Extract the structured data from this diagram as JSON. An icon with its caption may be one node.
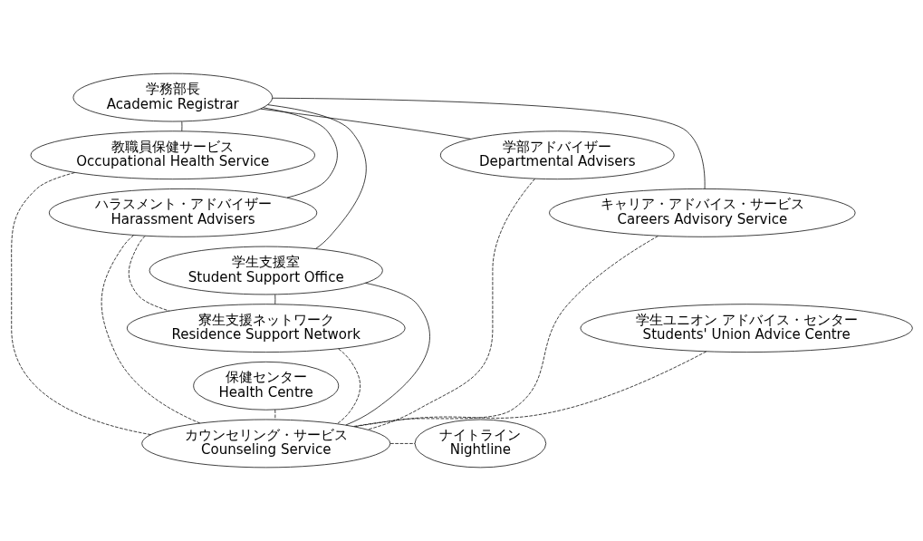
{
  "diagram": {
    "nodes": [
      {
        "text": [
          "学務部長",
          "Academic Registrar"
        ]
      },
      {
        "text": [
          "教職員保健サービス",
          "Occupational Health Service"
        ]
      },
      {
        "text": [
          "学部アドバイザー",
          "Departmental Advisers"
        ]
      },
      {
        "text": [
          "ハラスメント・アドバイザー",
          "Harassment Advisers"
        ]
      },
      {
        "text": [
          "キャリア・アドバイス・サービス",
          "Careers Advisory Service"
        ]
      },
      {
        "text": [
          "学生支援室",
          "Student Support Office"
        ]
      },
      {
        "text": [
          "寮生支援ネットワーク",
          "Residence Support Network"
        ]
      },
      {
        "text": [
          "学生ユニオン アドバイス・センター",
          "Students' Union Advice Centre"
        ]
      },
      {
        "text": [
          "保健センター",
          "Health Centre"
        ]
      },
      {
        "text": [
          "カウンセリング・サービス",
          "Counseling Service"
        ]
      },
      {
        "text": [
          "ナイトライン",
          "Nightline"
        ]
      }
    ],
    "edges": [
      {
        "from": 0,
        "to": 1,
        "arrow": "none"
      },
      {
        "from": 0,
        "to": 3,
        "arrow": "none"
      },
      {
        "from": 0,
        "to": 5,
        "arrow": "none"
      },
      {
        "from": 0,
        "to": 2,
        "arrow": "none"
      },
      {
        "from": 0,
        "to": 4,
        "arrow": "none"
      },
      {
        "from": 5,
        "to": 6,
        "arrow": "none"
      },
      {
        "from": 5,
        "to": 9,
        "arrow": "none"
      },
      {
        "from": 1,
        "to": 9,
        "arrow": "none",
        "style": "dashed"
      },
      {
        "from": 3,
        "to": 6,
        "arrow": "none",
        "style": "dashed"
      },
      {
        "from": 3,
        "to": 9,
        "arrow": "none",
        "style": "dashed"
      },
      {
        "from": 6,
        "to": 9,
        "arrow": "none",
        "style": "dashed"
      },
      {
        "from": 8,
        "to": 9,
        "arrow": "none",
        "style": "dashed"
      },
      {
        "from": 2,
        "to": 9,
        "arrow": "none",
        "style": "dashed"
      },
      {
        "from": 4,
        "to": 9,
        "arrow": "none",
        "style": "dashed"
      },
      {
        "from": 7,
        "to": 9,
        "arrow": "none",
        "style": "dashed"
      },
      {
        "from": 9,
        "to": 10,
        "arrow": "none",
        "style": "dashed"
      }
    ]
  }
}
